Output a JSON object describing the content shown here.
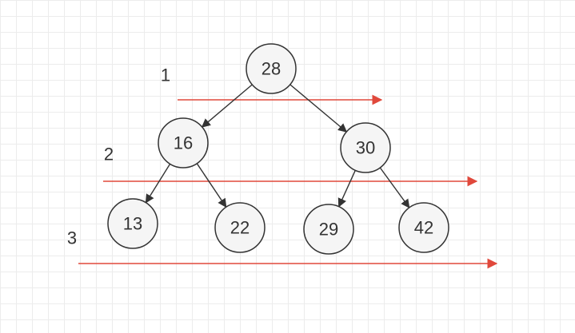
{
  "colors": {
    "edge": "#333333",
    "level_arrow": "#e0483b",
    "node_fill": "#f5f5f5"
  },
  "nodes": [
    {
      "id": "n28",
      "label": "28"
    },
    {
      "id": "n16",
      "label": "16"
    },
    {
      "id": "n30",
      "label": "30"
    },
    {
      "id": "n13",
      "label": "13"
    },
    {
      "id": "n22",
      "label": "22"
    },
    {
      "id": "n29",
      "label": "29"
    },
    {
      "id": "n42",
      "label": "42"
    }
  ],
  "edges": [
    {
      "from": "n28",
      "to": "n16"
    },
    {
      "from": "n28",
      "to": "n30"
    },
    {
      "from": "n16",
      "to": "n13"
    },
    {
      "from": "n16",
      "to": "n22"
    },
    {
      "from": "n30",
      "to": "n29"
    },
    {
      "from": "n30",
      "to": "n42"
    }
  ],
  "levels": [
    {
      "label": "1"
    },
    {
      "label": "2"
    },
    {
      "label": "3"
    }
  ]
}
